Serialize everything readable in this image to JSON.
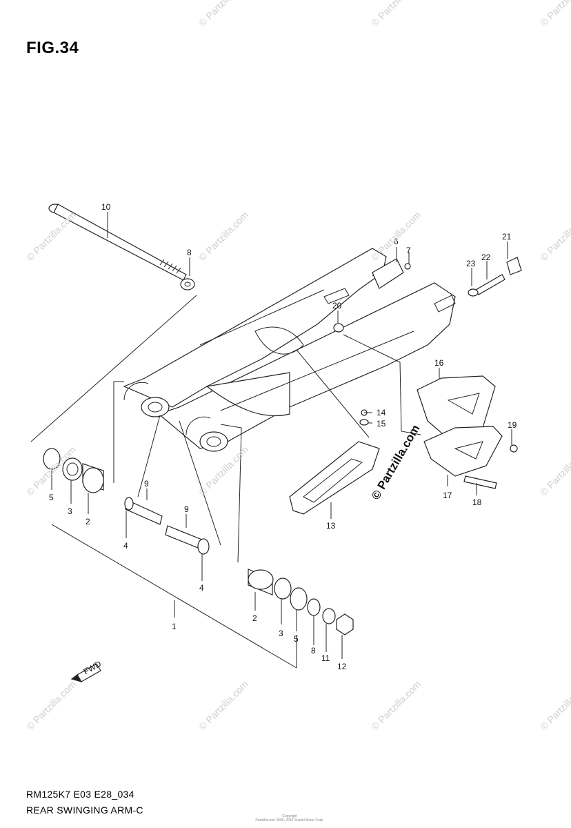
{
  "figure": {
    "title": "FIG.34"
  },
  "footer": {
    "model_code": "RM125K7 E03 E28_034",
    "part_name": "REAR SWINGING ARM-C",
    "copyright_line1": "Copyright",
    "copyright_line2": "Partzilla.com 2009, 2015 Suzuki Motor Corp."
  },
  "watermark": {
    "text": "© Partzilla.com"
  },
  "direction_badge": {
    "label": "FWD"
  },
  "callouts": {
    "c1": "1",
    "c2a": "2",
    "c2b": "2",
    "c3a": "3",
    "c3b": "3",
    "c4a": "4",
    "c4b": "4",
    "c5a": "5",
    "c5b": "5",
    "c6": "6",
    "c7": "7",
    "c8a": "8",
    "c8b": "8",
    "c9a": "9",
    "c9b": "9",
    "c10": "10",
    "c11": "11",
    "c12": "12",
    "c13": "13",
    "c14": "14",
    "c15": "15",
    "c16": "16",
    "c17": "17",
    "c18": "18",
    "c19": "19",
    "c20": "20",
    "c21": "21",
    "c22": "22",
    "c23": "23"
  }
}
